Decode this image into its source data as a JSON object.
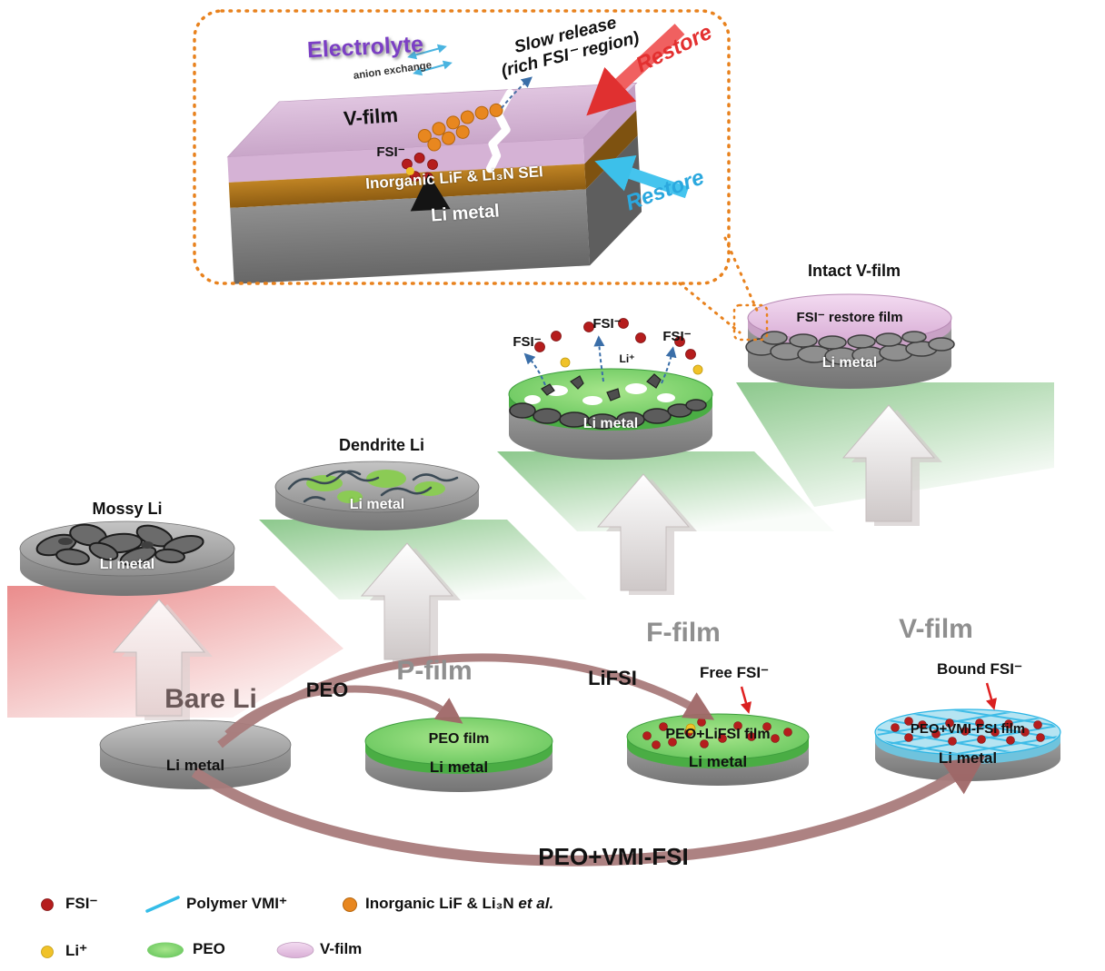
{
  "inset": {
    "electrolyte": "Electrolyte",
    "anion_exchange": "anion exchange",
    "slow_release_line1": "Slow release",
    "slow_release_line2": "(rich FSI⁻ region)",
    "restore_top": "Restore",
    "restore_bottom": "Restore",
    "v_film": "V-film",
    "fsi": "FSI⁻",
    "inorganic_sei": "Inorganic LiF & Li₃N SEI",
    "li_metal": "Li metal"
  },
  "stairs": {
    "mossy": {
      "title": "Mossy Li",
      "substrate": "Li metal"
    },
    "dendrite": {
      "title": "Dendrite Li",
      "substrate": "Li metal"
    },
    "release": {
      "fsi_left": "FSI⁻",
      "fsi_center": "FSI⁻",
      "fsi_right": "FSI⁻",
      "li_ion": "Li⁺",
      "substrate": "Li metal"
    },
    "intact": {
      "title": "Intact V-film",
      "film": "FSI⁻ restore film",
      "substrate": "Li metal"
    }
  },
  "films": {
    "bare": {
      "title": "Bare Li",
      "substrate": "Li metal"
    },
    "p_film": {
      "title": "P-film",
      "film": "PEO film",
      "substrate": "Li metal",
      "route": "PEO"
    },
    "f_film": {
      "title": "F-film",
      "film": "PEO+LiFSI film",
      "substrate": "Li metal",
      "route": "LiFSI",
      "callout": "Free FSI⁻"
    },
    "v_film": {
      "title": "V-film",
      "film": "PEO+VMI-FSI film",
      "substrate": "Li metal",
      "callout": "Bound FSI⁻"
    },
    "route_long": "PEO+VMI-FSI"
  },
  "legend": {
    "fsi": "FSI⁻",
    "li": "Li⁺",
    "polymer": "Polymer VMI⁺",
    "peo": "PEO",
    "inorganic_main": "Inorganic LiF & Li₃N ",
    "inorganic_italic": "et al.",
    "v_film": "V-film"
  },
  "colors": {
    "accent_orange": "#E8821E",
    "fsi_red": "#B51D1D",
    "li_yellow": "#F0C229",
    "polymer_cyan": "#35BDE8",
    "peo_green": "#58BF52",
    "v_film_pink": "#DCB4DA",
    "restore_red": "#E33030",
    "restore_blue": "#2BA8DE",
    "electrolyte_purple": "#7B3FC4",
    "route_brown": "#A97C7C"
  }
}
